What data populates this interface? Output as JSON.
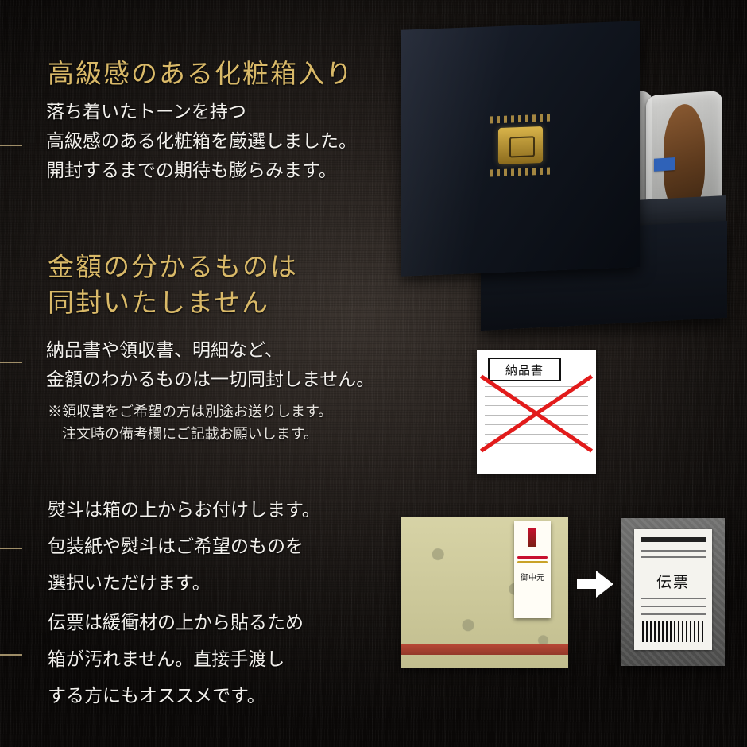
{
  "page": {
    "background_color": "#0d0b0a",
    "accent_gold": "#d9b968",
    "text_color": "#f2f0ec"
  },
  "sections": [
    {
      "heading": "高級感のある化粧箱入り",
      "lines": [
        "落ち着いたトーンを持つ",
        "高級感のある化粧箱を厳選しました。",
        "開封するまでの期待も膨らみます。"
      ]
    },
    {
      "heading_line1": "金額の分かるものは",
      "heading_line2": "同封いたしません",
      "lines": [
        "納品書や領収書、明細など、",
        "金額のわかるものは一切同封しません。"
      ],
      "notes": [
        "※領収書をご希望の方は別途お送りします。",
        "注文時の備考欄にご記載お願いします。"
      ]
    },
    {
      "lines": [
        "熨斗は箱の上からお付けします。",
        "包装紙や熨斗はご希望のものを",
        "選択いただけます。"
      ]
    },
    {
      "lines": [
        "伝票は緩衝材の上から貼るため",
        "箱が汚れません。直接手渡し",
        "する方にもオススメです。"
      ]
    }
  ],
  "illustrations": {
    "gift_box": "高級化粧箱に入った干物の詰め合わせ",
    "invoice_paper_label": "納品書",
    "invoice_crossed_out": true,
    "noshi_label_line1": "御中元",
    "shipping_label_text": "伝票"
  }
}
